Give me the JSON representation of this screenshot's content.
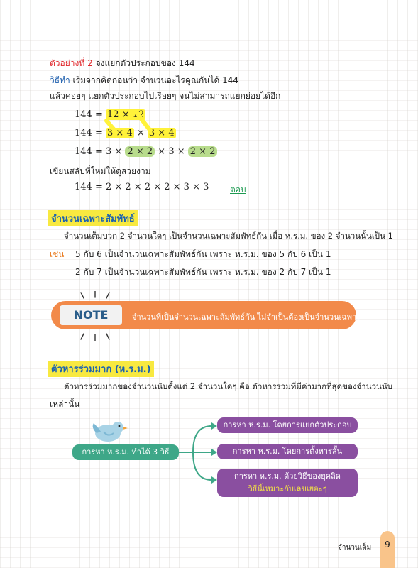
{
  "example": {
    "label": "ตัวอย่างที่ 2",
    "question": "จงแยกตัวประกอบของ 144",
    "method_label": "วิธีทำ",
    "method_text": "เริ่มจากคิดก่อนว่า จำนวนอะไรคูณกันได้ 144",
    "continue_text": "แล้วค่อยๆ แยกตัวประกอบไปเรื่อยๆ จนไม่สามารถแยกย่อยได้อีก",
    "lines": [
      {
        "lhs": "144",
        "eq": "=",
        "parts": [
          "12 × 12"
        ]
      },
      {
        "lhs": "144",
        "eq": "=",
        "parts": [
          "3 × 4",
          "×",
          "3 × 4"
        ]
      },
      {
        "lhs": "144",
        "eq": "=",
        "parts": [
          "3 ×",
          "2 × 2",
          "× 3 ×",
          "2 × 2"
        ]
      }
    ],
    "rewrite_text": "เขียนสลับที่ใหม่ให้ดูสวยงาม",
    "final_line": "144  = 2 × 2 × 2 × 2 × 3 × 3",
    "answer": "ตอบ"
  },
  "coprime": {
    "heading": "จำนวนเฉพาะสัมพัทธ์",
    "definition": "จำนวนเต็มบวก 2 จำนวนใดๆ เป็นจำนวนเฉพาะสัมพัทธ์กัน เมื่อ ห.ร.ม. ของ 2 จำนวนนั้นเป็น 1",
    "example_label": "เช่น",
    "examples": [
      "5 กับ 6 เป็นจำนวนเฉพาะสัมพัทธ์กัน เพราะ ห.ร.ม. ของ 5 กับ 6 เป็น 1",
      "2 กับ 7 เป็นจำนวนเฉพาะสัมพัทธ์กัน เพราะ ห.ร.ม. ของ 2 กับ 7 เป็น 1"
    ]
  },
  "note": {
    "label": "NOTE",
    "text": "จำนวนที่เป็นจำนวนเฉพาะสัมพัทธ์กัน ไม่จำเป็นต้องเป็นจำนวนเฉพาะ"
  },
  "gcd": {
    "heading": "ตัวหารร่วมมาก (ห.ร.ม.)",
    "definition_line1": "ตัวหารร่วมมากของจำนวนนับตั้งแต่ 2 จำนวนใดๆ คือ ตัวหารร่วมที่มีค่ามากที่สุดของจำนวนนับ",
    "definition_line2": "เหล่านั้น",
    "root": "การหา ห.ร.ม. ทำได้ 3 วิธี",
    "methods": [
      "การหา ห.ร.ม. โดยการแยกตัวประกอบ",
      "การหา ห.ร.ม. โดยการตั้งหารสั้น",
      "การหา ห.ร.ม. ด้วยวิธีของยุคลิด"
    ],
    "method3_note": "วิธีนี้เหมาะกับเลขเยอะๆ"
  },
  "footer": {
    "chapter": "จำนวนเต็ม",
    "page": "9"
  },
  "colors": {
    "heading_bg": "#f8e940",
    "heading_text": "#1b62b0",
    "note_bar": "#f28a4a",
    "root_pill": "#3ea788",
    "method_pill": "#8a4fa0",
    "footer_bar": "#f9c48a"
  }
}
